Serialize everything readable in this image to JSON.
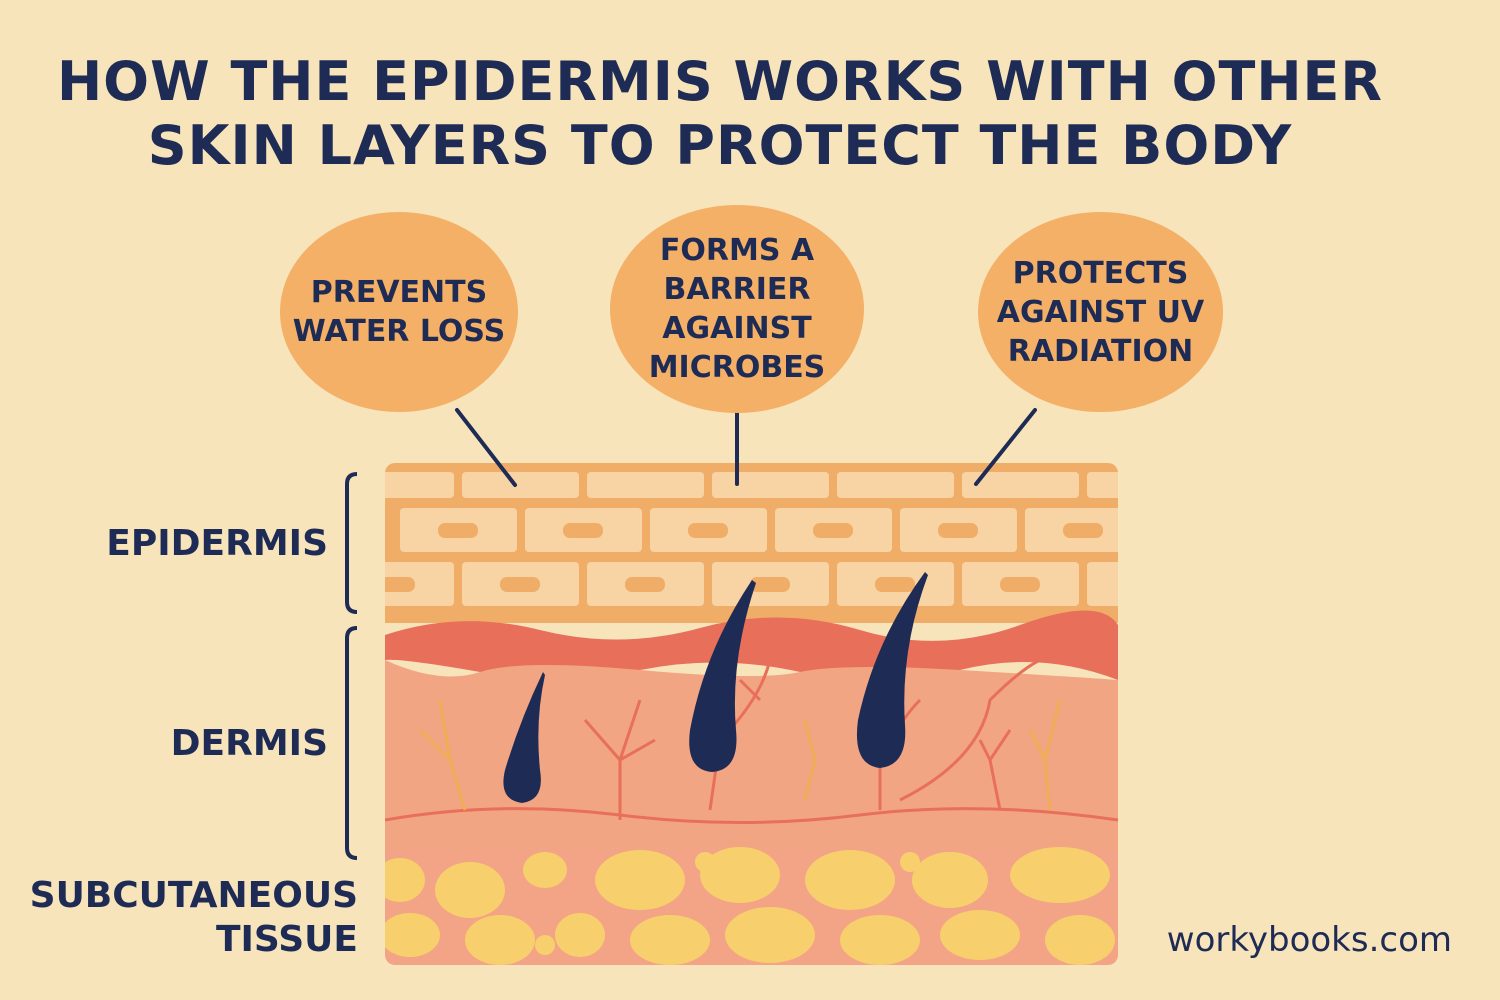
{
  "title": {
    "line1": "HOW THE EPIDERMIS WORKS WITH OTHER",
    "line2": "SKIN LAYERS TO PROTECT THE BODY"
  },
  "bubbles": [
    {
      "text": "PREVENTS WATER LOSS"
    },
    {
      "text": "FORMS A BARRIER AGAINST MICROBES"
    },
    {
      "text": "PROTECTS AGAINST UV RADIATION"
    }
  ],
  "layers": {
    "epidermis": "EPIDERMIS",
    "dermis": "DERMIS",
    "subcutaneous_1": "SUBCUTANEOUS",
    "subcutaneous_2": "TISSUE"
  },
  "footer": "workybooks.com",
  "colors": {
    "background": "#f7e4bb",
    "navy": "#1e2b55",
    "bubble": "#f4b066",
    "cell": "#f8d3a4",
    "red": "#e8705a",
    "dermis": "#f2a583",
    "fat": "#f7cf6c"
  }
}
